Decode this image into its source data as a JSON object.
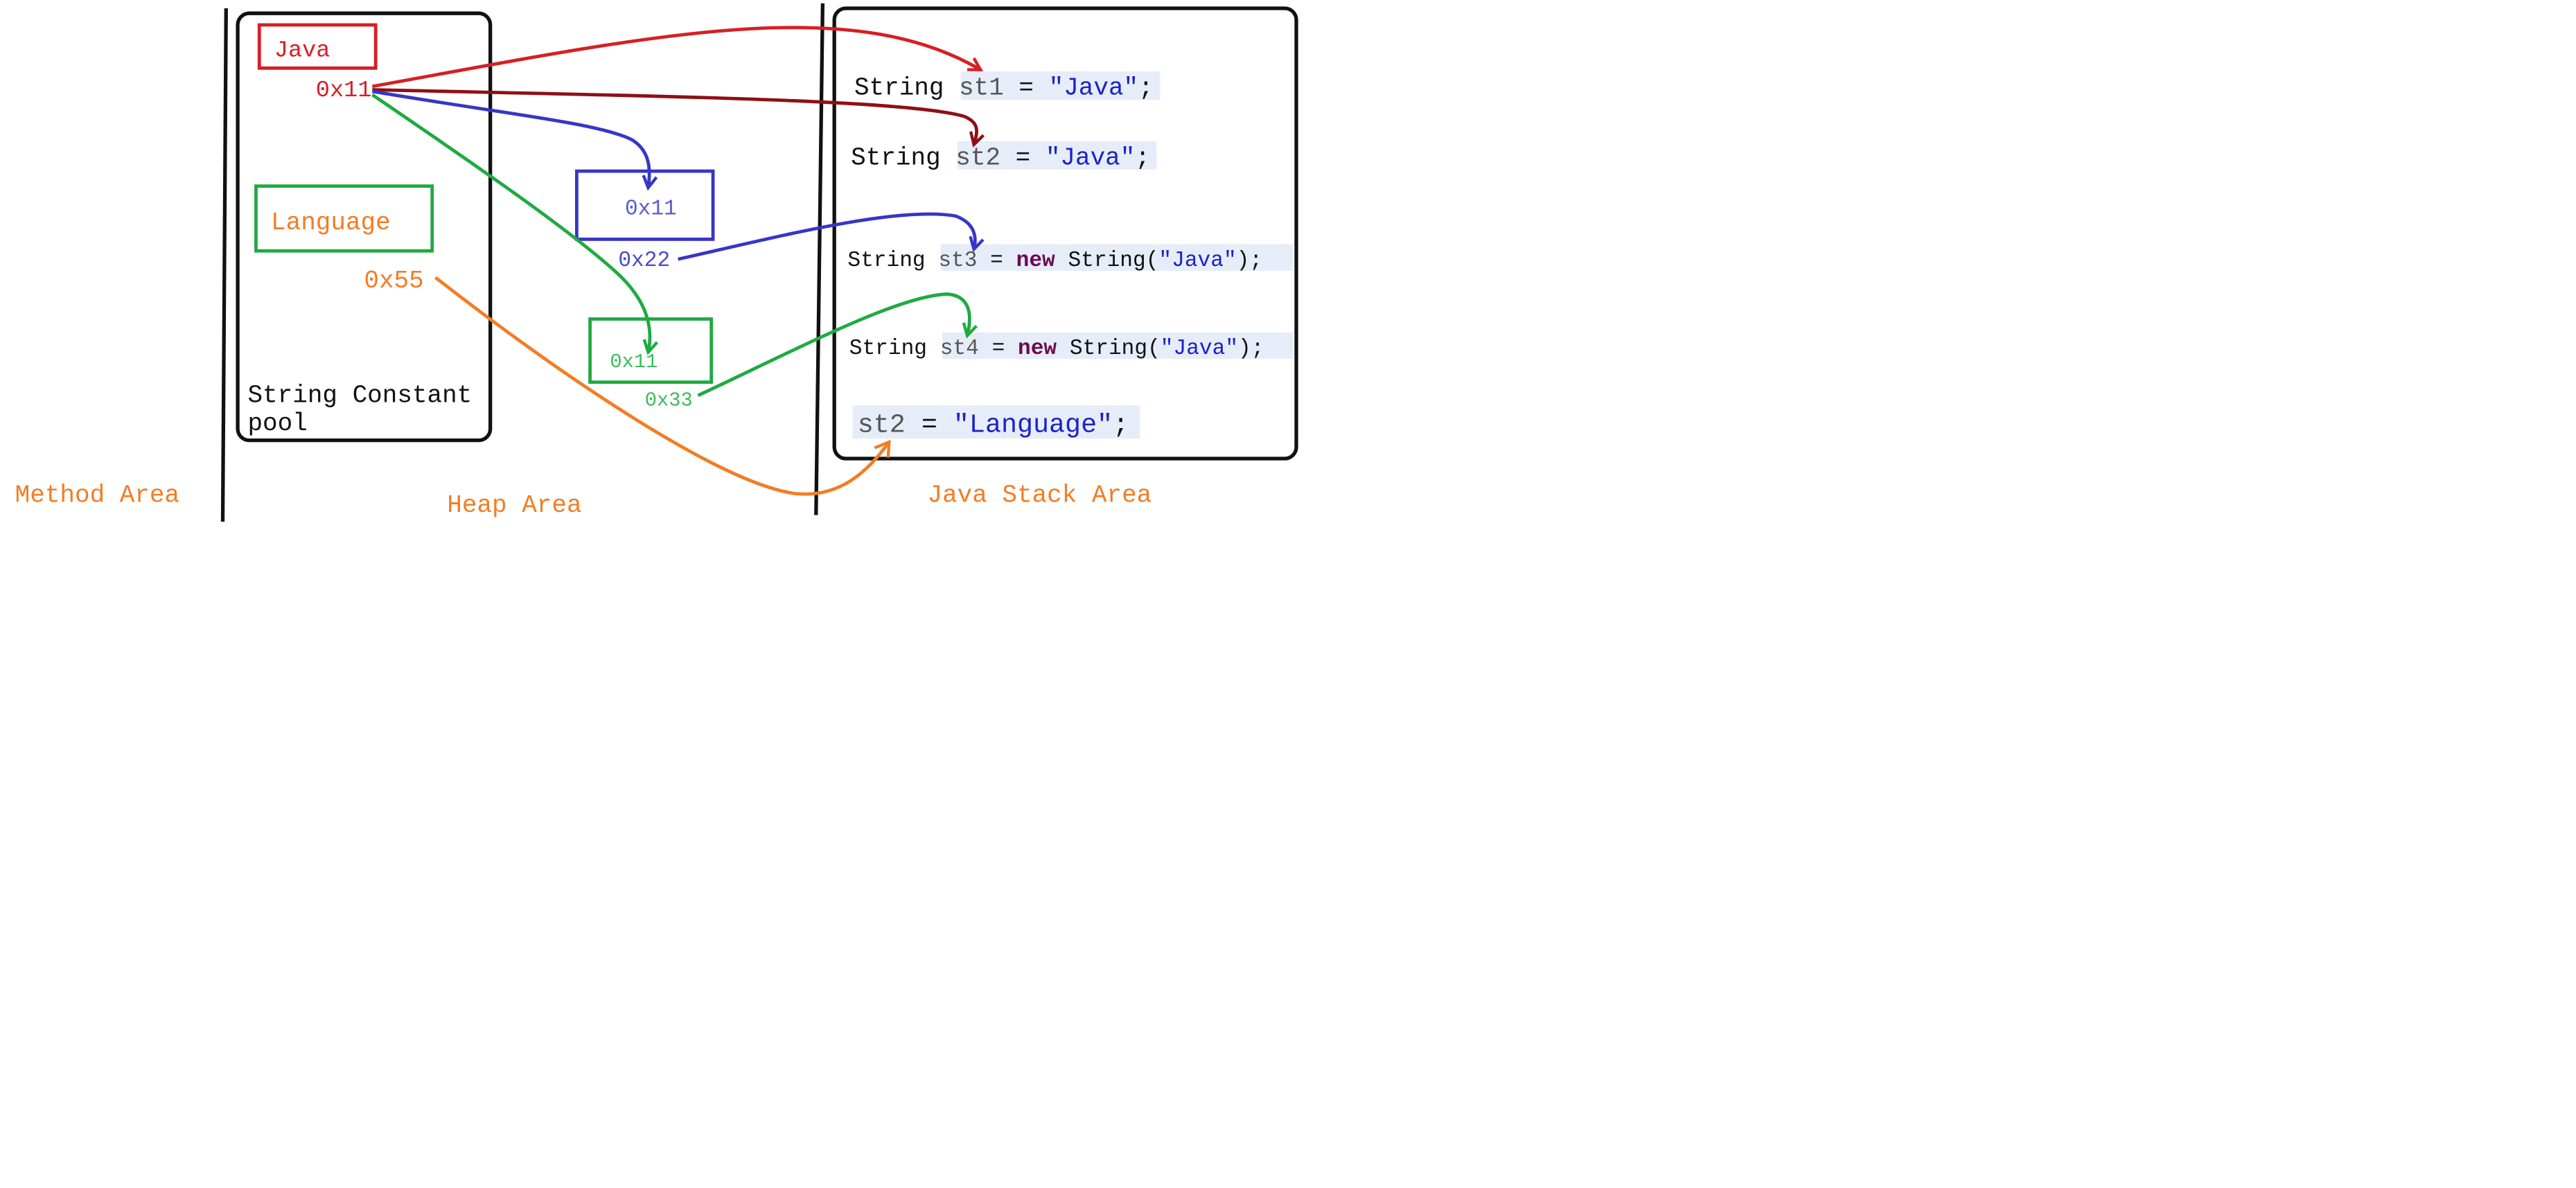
{
  "colors": {
    "red": "#d61f26",
    "darkred": "#8f0f16",
    "blue": "#3636c6",
    "green": "#1faa40",
    "orange": "#f27d25",
    "black": "#111111",
    "string_literal": "#1c22c8",
    "keyword": "#6b0a52",
    "highlight": "#e6edf8"
  },
  "areas": {
    "method": "Method Area",
    "heap": "Heap Area",
    "stack": "Java Stack Area"
  },
  "pool": {
    "title": "String Constant pool",
    "title_line1": "String Constant",
    "title_line2": "pool",
    "java_box": {
      "text": "Java",
      "address": "0x11"
    },
    "language_box": {
      "text": "Language",
      "address": "0x55"
    }
  },
  "heap_objects": [
    {
      "inner": "0x11",
      "address": "0x22",
      "color": "blue"
    },
    {
      "inner": "0x11",
      "address": "0x33",
      "color": "green"
    }
  ],
  "code": {
    "line1": {
      "type": "String",
      "var": "st1",
      "eq": "=",
      "literal": "\"Java\"",
      "end": ";"
    },
    "line2": {
      "type": "String",
      "var": "st2",
      "eq": "=",
      "literal": "\"Java\"",
      "end": ";"
    },
    "line3": {
      "type": "String",
      "var": "st3",
      "eq": "=",
      "kw": "new",
      "ctor": "String(",
      "literal": "\"Java\"",
      "end": ");"
    },
    "line4": {
      "type": "String",
      "var": "st4",
      "eq": "=",
      "kw": "new",
      "ctor": "String(",
      "literal": "\"Java\"",
      "end": ");"
    },
    "line5": {
      "var": "st2",
      "eq": "=",
      "literal": "\"Language\"",
      "end": ";"
    }
  },
  "arrows": [
    {
      "from": "0x11",
      "to": "st1",
      "color": "red"
    },
    {
      "from": "0x11",
      "to": "st2",
      "color": "darkred"
    },
    {
      "from": "0x11",
      "to": "heap-object-0x22",
      "color": "blue"
    },
    {
      "from": "0x22",
      "to": "st3",
      "color": "blue"
    },
    {
      "from": "0x11",
      "to": "heap-object-0x33",
      "color": "green"
    },
    {
      "from": "0x33",
      "to": "st4",
      "color": "green"
    },
    {
      "from": "0x55",
      "to": "st2-reassigned",
      "color": "orange"
    }
  ]
}
